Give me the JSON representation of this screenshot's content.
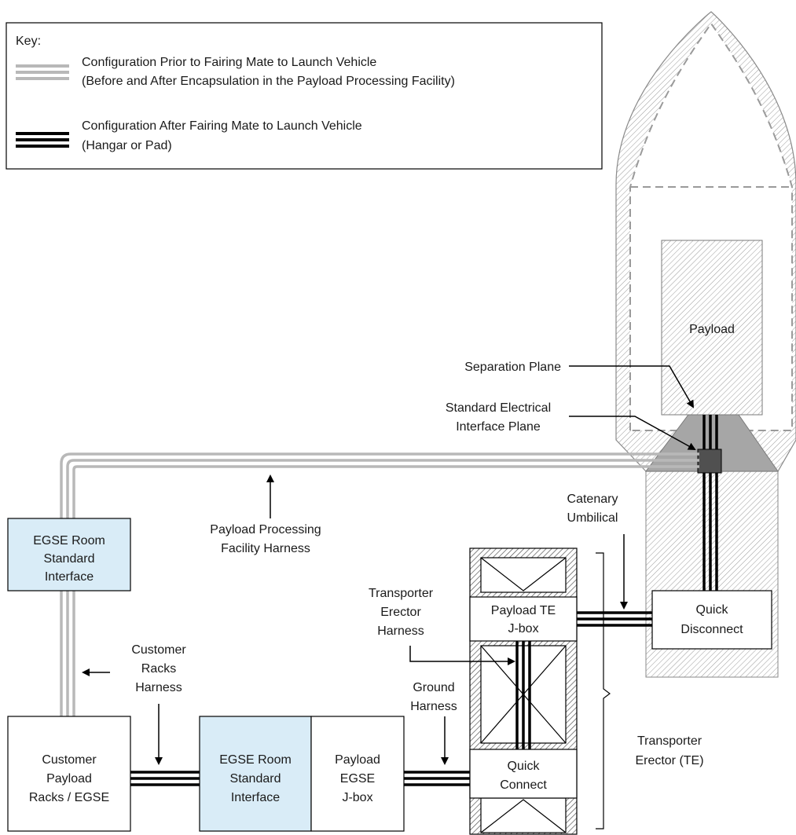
{
  "key": {
    "title": "Key:",
    "prior_line1": "Configuration Prior to Fairing Mate to Launch Vehicle",
    "prior_line2": "(Before and After Encapsulation in the Payload Processing Facility)",
    "after_line1": "Configuration After Fairing Mate to Launch Vehicle",
    "after_line2": "(Hangar or Pad)"
  },
  "labels": {
    "payload": "Payload",
    "separation_plane": "Separation Plane",
    "std_elec_1": "Standard Electrical",
    "std_elec_2": "Interface Plane",
    "catenary_1": "Catenary",
    "catenary_2": "Umbilical",
    "quick_disc_1": "Quick",
    "quick_disc_2": "Disconnect",
    "ppf_harness_1": "Payload Processing",
    "ppf_harness_2": "Facility Harness",
    "egse_room_top_1": "EGSE Room",
    "egse_room_top_2": "Standard",
    "egse_room_top_3": "Interface",
    "cust_racks_h_1": "Customer",
    "cust_racks_h_2": "Racks",
    "cust_racks_h_3": "Harness",
    "te_harness_1": "Transporter",
    "te_harness_2": "Erector",
    "te_harness_3": "Harness",
    "payload_te_1": "Payload TE",
    "payload_te_2": "J-box",
    "ground_h_1": "Ground",
    "ground_h_2": "Harness",
    "quick_conn_1": "Quick",
    "quick_conn_2": "Connect",
    "te_1": "Transporter",
    "te_2": "Erector (TE)",
    "cust_payload_1": "Customer",
    "cust_payload_2": "Payload",
    "cust_payload_3": "Racks / EGSE",
    "egse_room_bot_1": "EGSE Room",
    "egse_room_bot_2": "Standard",
    "egse_room_bot_3": "Interface",
    "payload_egse_1": "Payload",
    "payload_egse_2": "EGSE",
    "payload_egse_3": "J-box"
  },
  "colors": {
    "interface_fill": "#d9ecf7",
    "gray_harness": "#b8b8b8",
    "black_harness": "#000000",
    "adapter_fill": "#a6a6a6"
  }
}
